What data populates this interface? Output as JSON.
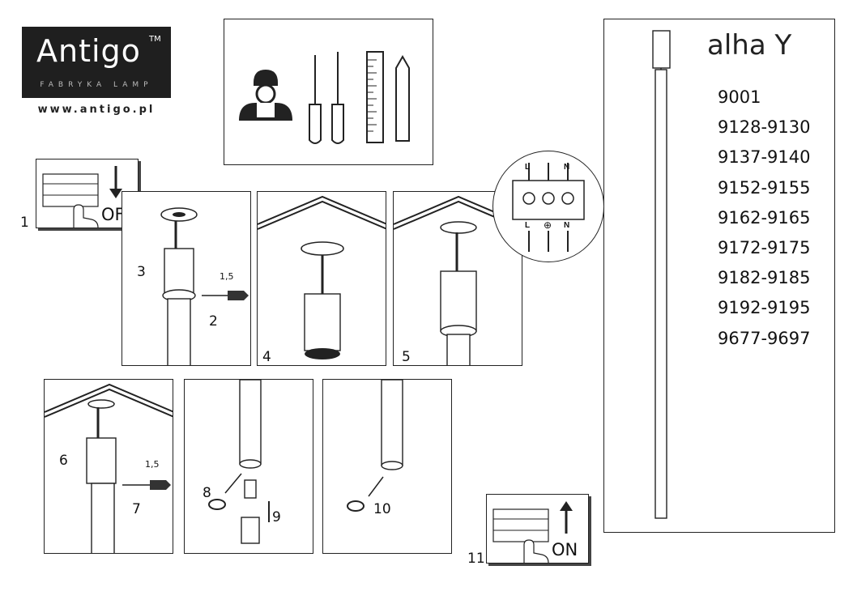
{
  "brand": {
    "name": "Antigo",
    "tm": "TM",
    "tagline": "FABRYKA LAMP",
    "website": "www.antigo.pl"
  },
  "product": {
    "name": "alha Y",
    "codes": [
      "9001",
      "9128-9130",
      "9137-9140",
      "9152-9155",
      "9162-9165",
      "9172-9175",
      "9182-9185",
      "9192-9195",
      "9677-9697"
    ]
  },
  "steps": {
    "s1": "1",
    "s2": "2",
    "s3": "3",
    "s4": "4",
    "s5": "5",
    "s6": "6",
    "s7": "7",
    "s8": "8",
    "s9": "9",
    "s10": "10",
    "s11": "11"
  },
  "switch": {
    "off_label": "OFF",
    "on_label": "ON"
  },
  "screw": {
    "size_a": "1,5",
    "size_b": "1,5"
  },
  "terminal": {
    "l": "L",
    "n": "N",
    "earth": "⊕"
  }
}
